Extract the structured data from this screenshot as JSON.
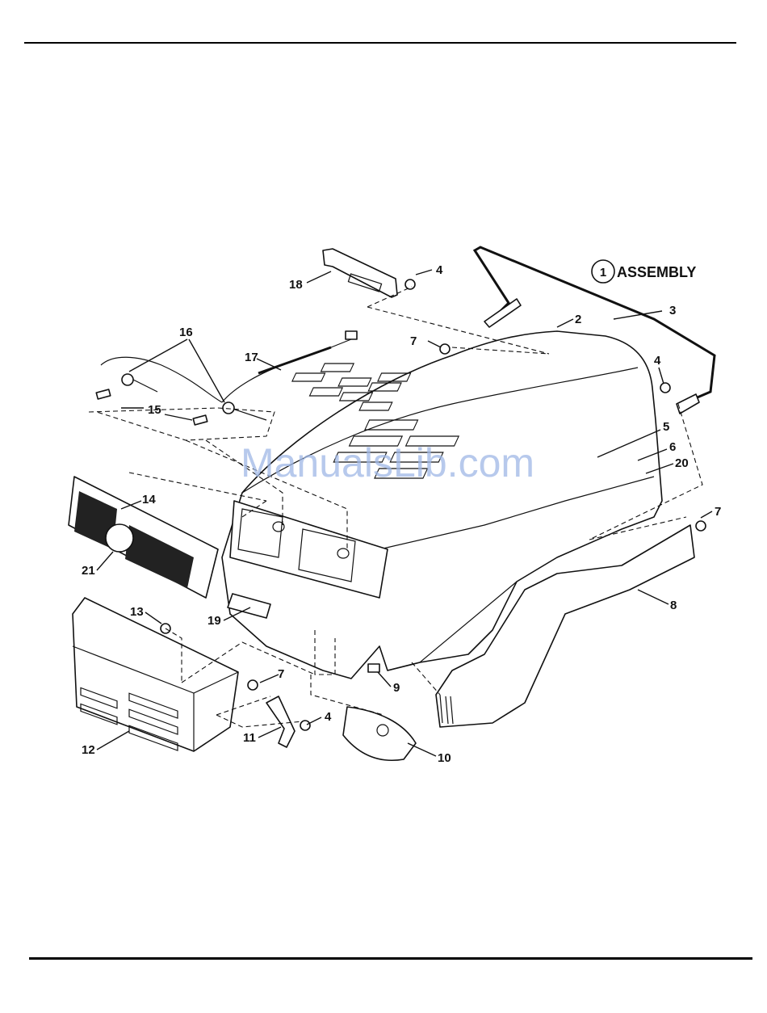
{
  "assembly": {
    "number": "1",
    "label": "ASSEMBLY"
  },
  "watermark": "ManualsLib.com",
  "callouts": {
    "c2": "2",
    "c3": "3",
    "c4a": "4",
    "c4b": "4",
    "c4c": "4",
    "c5": "5",
    "c6": "6",
    "c7a": "7",
    "c7b": "7",
    "c7c": "7",
    "c7d": "7",
    "c8": "8",
    "c9": "9",
    "c10": "10",
    "c11": "11",
    "c12": "12",
    "c13": "13",
    "c14": "14",
    "c15": "15",
    "c16": "16",
    "c17": "17",
    "c18": "18",
    "c19": "19",
    "c20": "20",
    "c21": "21"
  },
  "colors": {
    "ink": "#111111",
    "watermark": "#9fb8e6"
  }
}
